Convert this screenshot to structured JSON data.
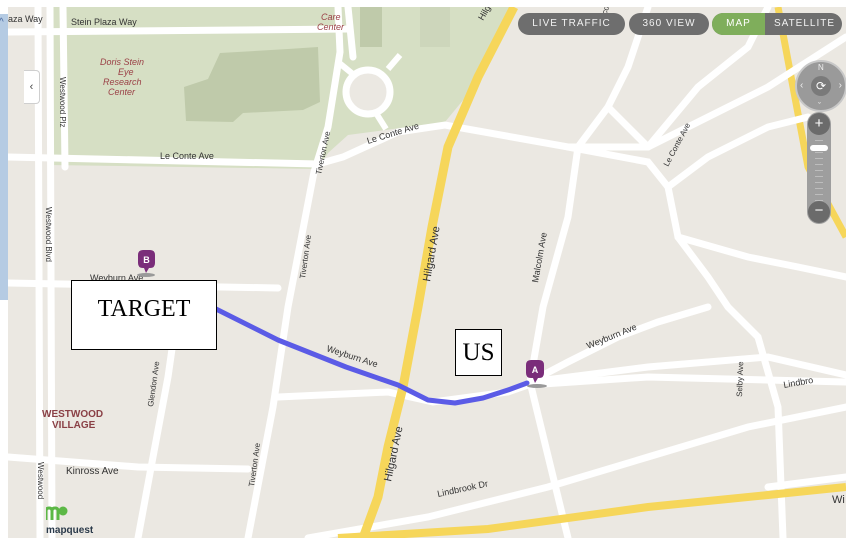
{
  "map": {
    "streets": {
      "stein_plaza_way": "Stein Plaza Way",
      "plaza_way_fragment": "laza Way",
      "westwood_plz": "Westwood Plz",
      "westwood_blvd": "Westwood Blvd",
      "westwood_lower": "Westwood",
      "le_conte_ave_west": "Le Conte Ave",
      "le_conte_ave_mid": "Le Conte Ave",
      "le_conte_ave_east": "Le Conte Ave",
      "tiverton_ave_north": "Tiverton Ave",
      "tiverton_ave_mid": "Tiverton Ave",
      "tiverton_ave_south": "Tiverton Ave",
      "hilgard_ave_mid": "Hilgard Ave",
      "hilgard_ave_south": "Hilgard Ave",
      "hilgard_ave_north": "Hilg",
      "malcolm_ave": "Malcolm Ave",
      "malcolm_ave_top": "Malco",
      "weyburn_ave_west": "Weyburn Ave",
      "weyburn_ave_route": "Weyburn Ave",
      "weyburn_ave_east": "Weyburn Ave",
      "glendon_ave": "Glendon Ave",
      "kinross_ave": "Kinross Ave",
      "lindbrook_dr": "Lindbrook Dr",
      "lindbrook_east": "Lindbro",
      "selby_ave": "Selby Ave",
      "wi_fragment": "Wi"
    },
    "places": {
      "doris_stein": [
        "Doris Stein",
        "Eye",
        "Research",
        "Center"
      ],
      "care_center": [
        "Care",
        "Center"
      ],
      "westwood_village": [
        "WESTWOOD",
        "VILLAGE"
      ]
    },
    "markers": {
      "start": "A",
      "end": "B"
    },
    "colors": {
      "route": "#5b5be6",
      "marker": "#7a2d7a",
      "park": "#d6dfc4",
      "major_road": "#f6d65a",
      "road": "#ffffff",
      "land": "#ebe8e2"
    }
  },
  "controls": {
    "live_traffic": "LIVE TRAFFIC",
    "view_360": "360 VIEW",
    "map": "MAP",
    "satellite": "SATELLITE",
    "compass_n": "N",
    "zoom_in": "+",
    "zoom_out": "−",
    "collapse": "‹",
    "scroll_up": "^"
  },
  "annotations": {
    "target": "TARGET",
    "us": "US"
  },
  "brand": {
    "name": "mapquest"
  }
}
